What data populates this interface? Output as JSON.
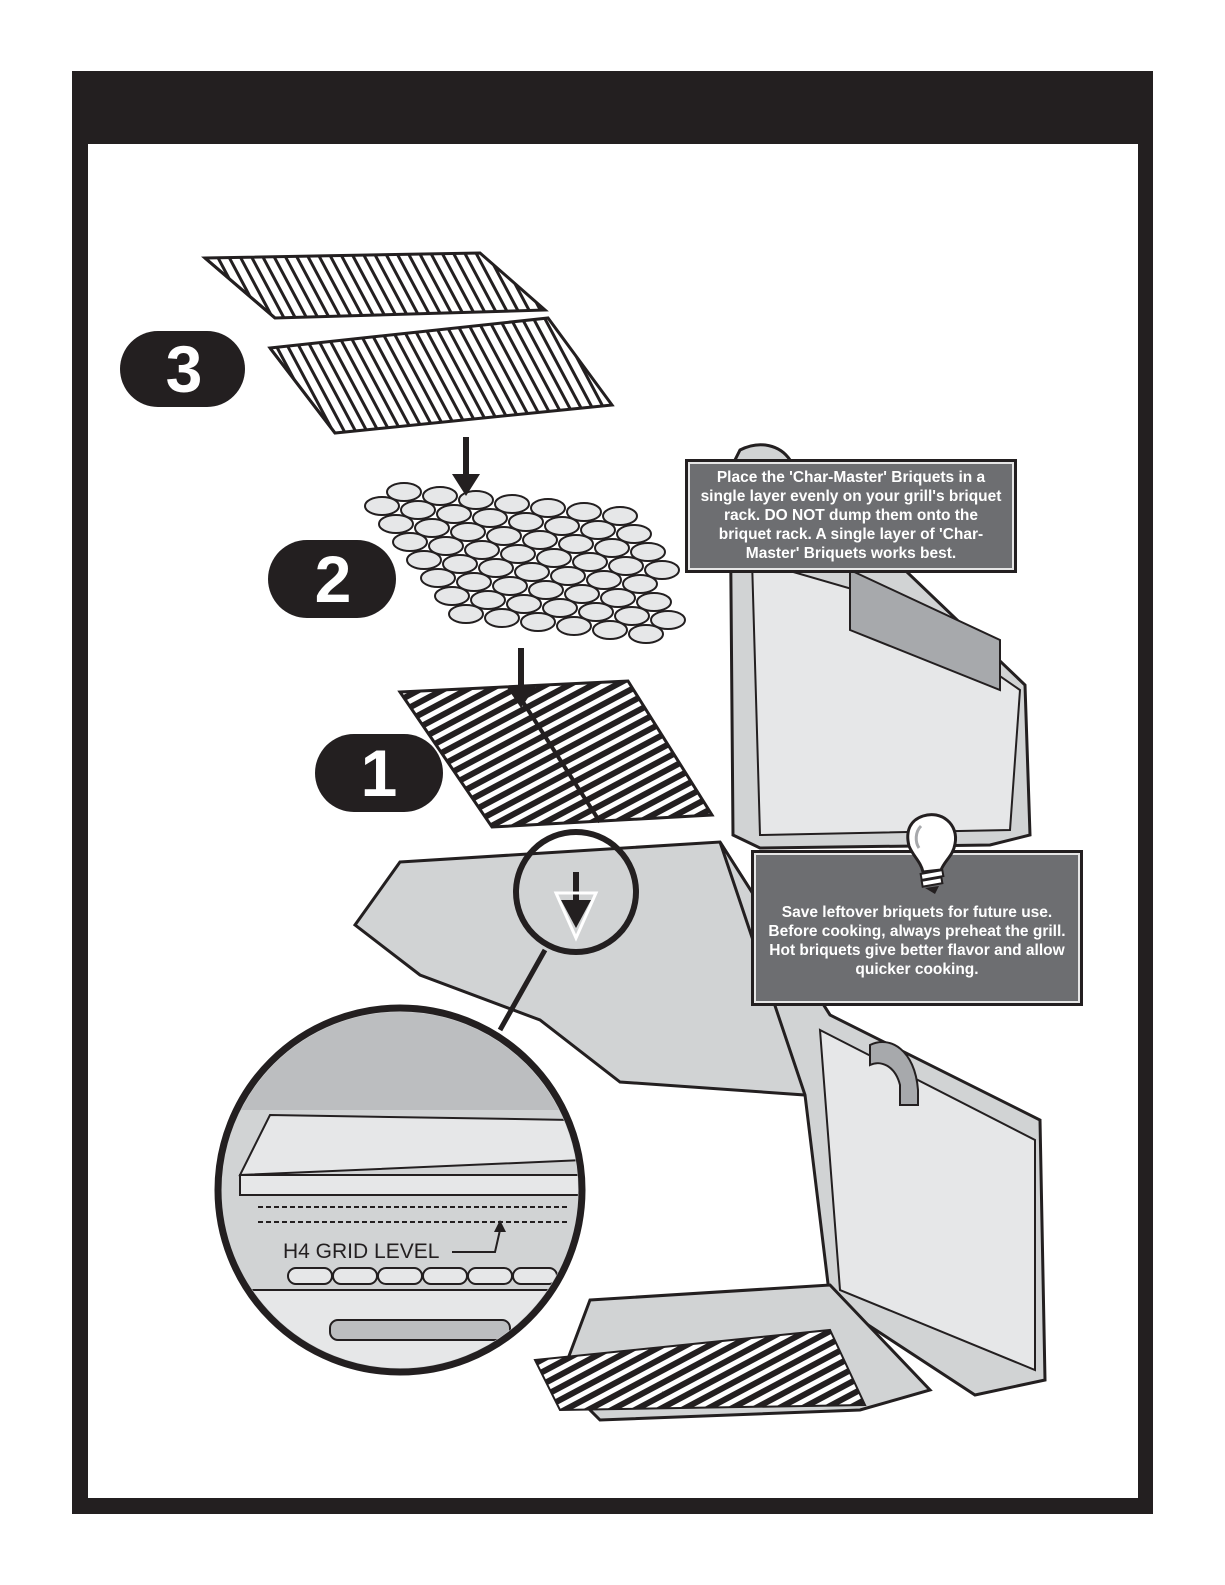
{
  "steps": [
    {
      "number": "1"
    },
    {
      "number": "2"
    },
    {
      "number": "3"
    }
  ],
  "note_briquets": {
    "text": "Place the 'Char-Master' Briquets in a single layer evenly on your grill's briquet rack. DO NOT dump them onto the briquet rack. A single layer of 'Char-Master' Briquets works best."
  },
  "note_tip": {
    "line1": "Save leftover briquets for future use.",
    "line2": "Before cooking, always preheat the grill. Hot briquets give better flavor and allow quicker cooking."
  },
  "detail": {
    "grid_level_label": "H4 GRID LEVEL"
  },
  "icons": [
    "lightbulb-icon",
    "down-arrow-icon"
  ],
  "colors": {
    "frame": "#231f20",
    "note_fill": "#6d6e71",
    "grill_fill": "#d1d3d4"
  }
}
